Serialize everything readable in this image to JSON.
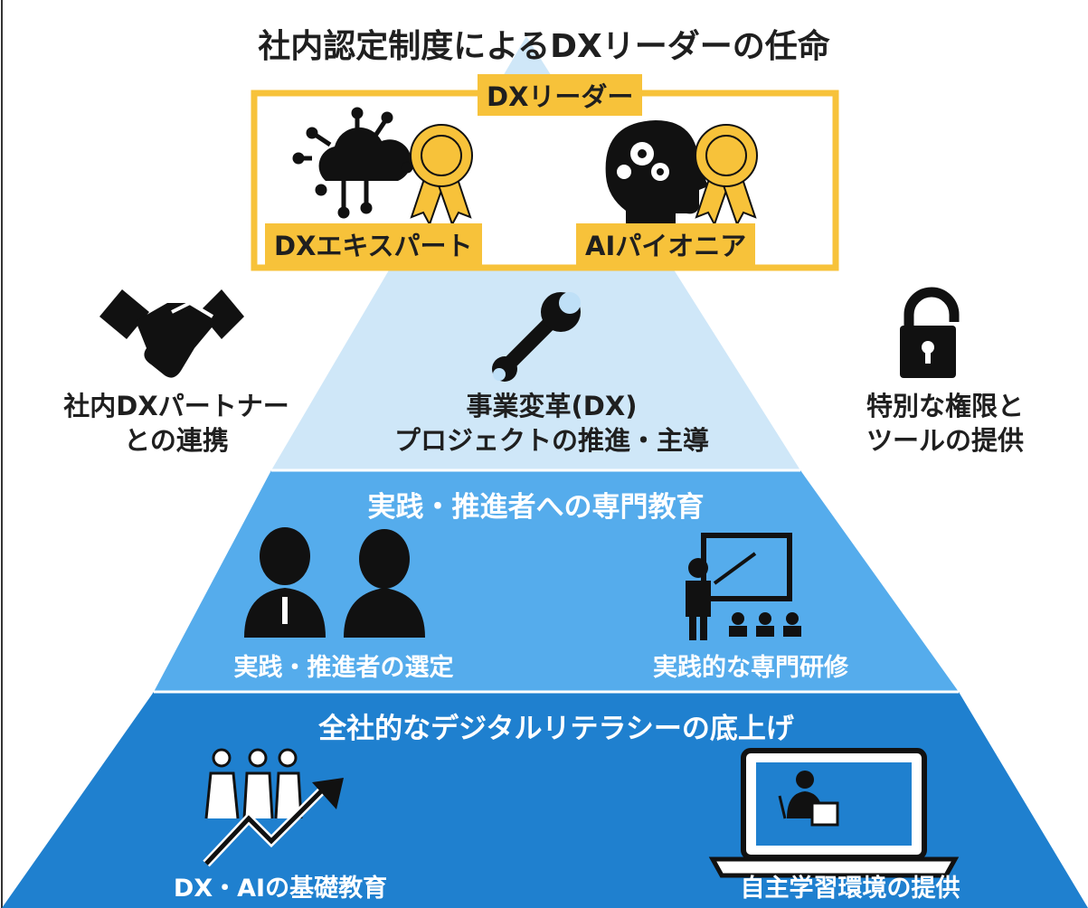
{
  "title": "社内認定制度によるDXリーダーの任命",
  "top_tier": {
    "label": "DXリーダー",
    "expert_label": "DXエキスパート",
    "pioneer_label": "AIパイオニア"
  },
  "second_tier": {
    "line1": "事業変革(DX)",
    "line2": "プロジェクトの推進・主導"
  },
  "left_side": {
    "line1": "社内DXパートナー",
    "line2": "との連携"
  },
  "right_side": {
    "line1": "特別な権限と",
    "line2": "ツールの提供"
  },
  "third_tier": {
    "heading": "実践・推進者への専門教育",
    "left_caption": "実践・推進者の選定",
    "right_caption": "実践的な専門研修"
  },
  "base_tier": {
    "heading": "全社的なデジタルリテラシーの底上げ",
    "left_caption": "DX・AIの基礎教育",
    "right_caption": "自主学習環境の提供"
  },
  "colors": {
    "tier_top": "#d6ebfa",
    "tier_second": "#bfe0f7",
    "tier_third": "#4fa9e8",
    "tier_base": "#1f82d0",
    "gold": "#f7c23a",
    "icon": "#111111"
  },
  "icons": [
    "cloud-network-icon",
    "award-ribbon-icon",
    "head-gears-icon",
    "award-ribbon-icon",
    "handshake-icon",
    "wrench-icon",
    "unlock-icon",
    "business-people-icon",
    "teacher-presentation-icon",
    "growth-people-icon",
    "laptop-elearning-icon"
  ]
}
